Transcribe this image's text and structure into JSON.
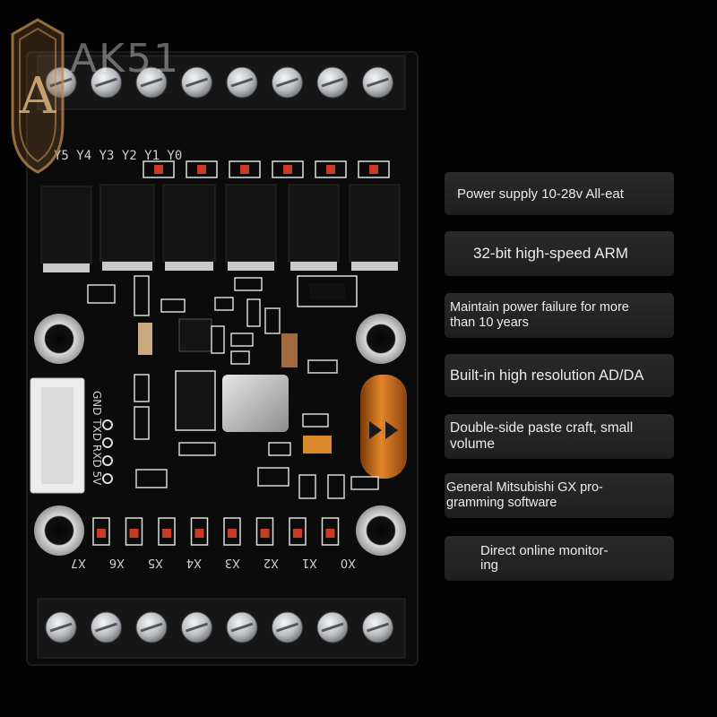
{
  "watermark": {
    "logo_letter": "A",
    "brand_text": "AK51"
  },
  "board": {
    "top_silkscreen": "Y5  Y4  Y3  Y2  Y1  Y0",
    "serial_pins": "GND TXD RXD 5V",
    "input_labels": [
      "X7",
      "X6",
      "X5",
      "X4",
      "X3",
      "X2",
      "X1",
      "X0"
    ],
    "colors": {
      "pcb": "#0b0b0b",
      "terminal_block": "#161616",
      "screw": "#c9ccd0",
      "led": "#c83c20",
      "battery": "#d8741c"
    }
  },
  "features": [
    "Power supply 10-28v All-eat",
    "32-bit high-speed ARM",
    [
      "Maintain power failure for more",
      "than 10 years"
    ],
    "Built-in high resolution AD/DA",
    [
      "Double-side paste craft, small",
      "volume"
    ],
    [
      "General Mitsubishi GX pro-",
      "gramming software"
    ],
    [
      "Direct online monitor-",
      "ing"
    ]
  ]
}
